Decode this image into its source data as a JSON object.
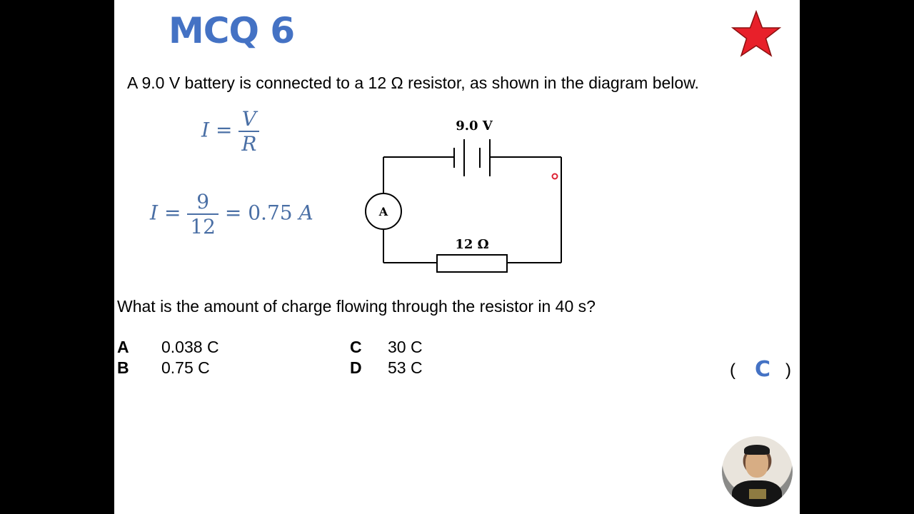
{
  "slide": {
    "title": "MCQ 6",
    "intro": "A 9.0 V battery is connected to a 12 Ω resistor, as shown in the diagram below.",
    "equation1": {
      "lhs": "I =",
      "numerator": "V",
      "denominator": "R"
    },
    "equation2": {
      "lhs": "I =",
      "numerator": "9",
      "denominator": "12",
      "rhs": "= 0.75",
      "unit": "A"
    },
    "circuit": {
      "battery_label": "9.0 V",
      "ammeter_label": "A",
      "resistor_label": "12 Ω"
    },
    "question": "What is the amount of charge flowing through the resistor in 40 s?",
    "options": [
      {
        "letter": "A",
        "text": "0.038 C"
      },
      {
        "letter": "B",
        "text": "0.75 C"
      },
      {
        "letter": "C",
        "text": "30 C"
      },
      {
        "letter": "D",
        "text": "53 C"
      }
    ],
    "answer": {
      "open": "(",
      "value": "C",
      "close": ")"
    }
  },
  "colors": {
    "title": "#4472c4",
    "equation": "#4a6fa5",
    "star": "#e8202a",
    "background": "#000000",
    "slide": "#ffffff"
  },
  "icons": {
    "star": "star-icon",
    "webcam": "webcam-overlay"
  }
}
